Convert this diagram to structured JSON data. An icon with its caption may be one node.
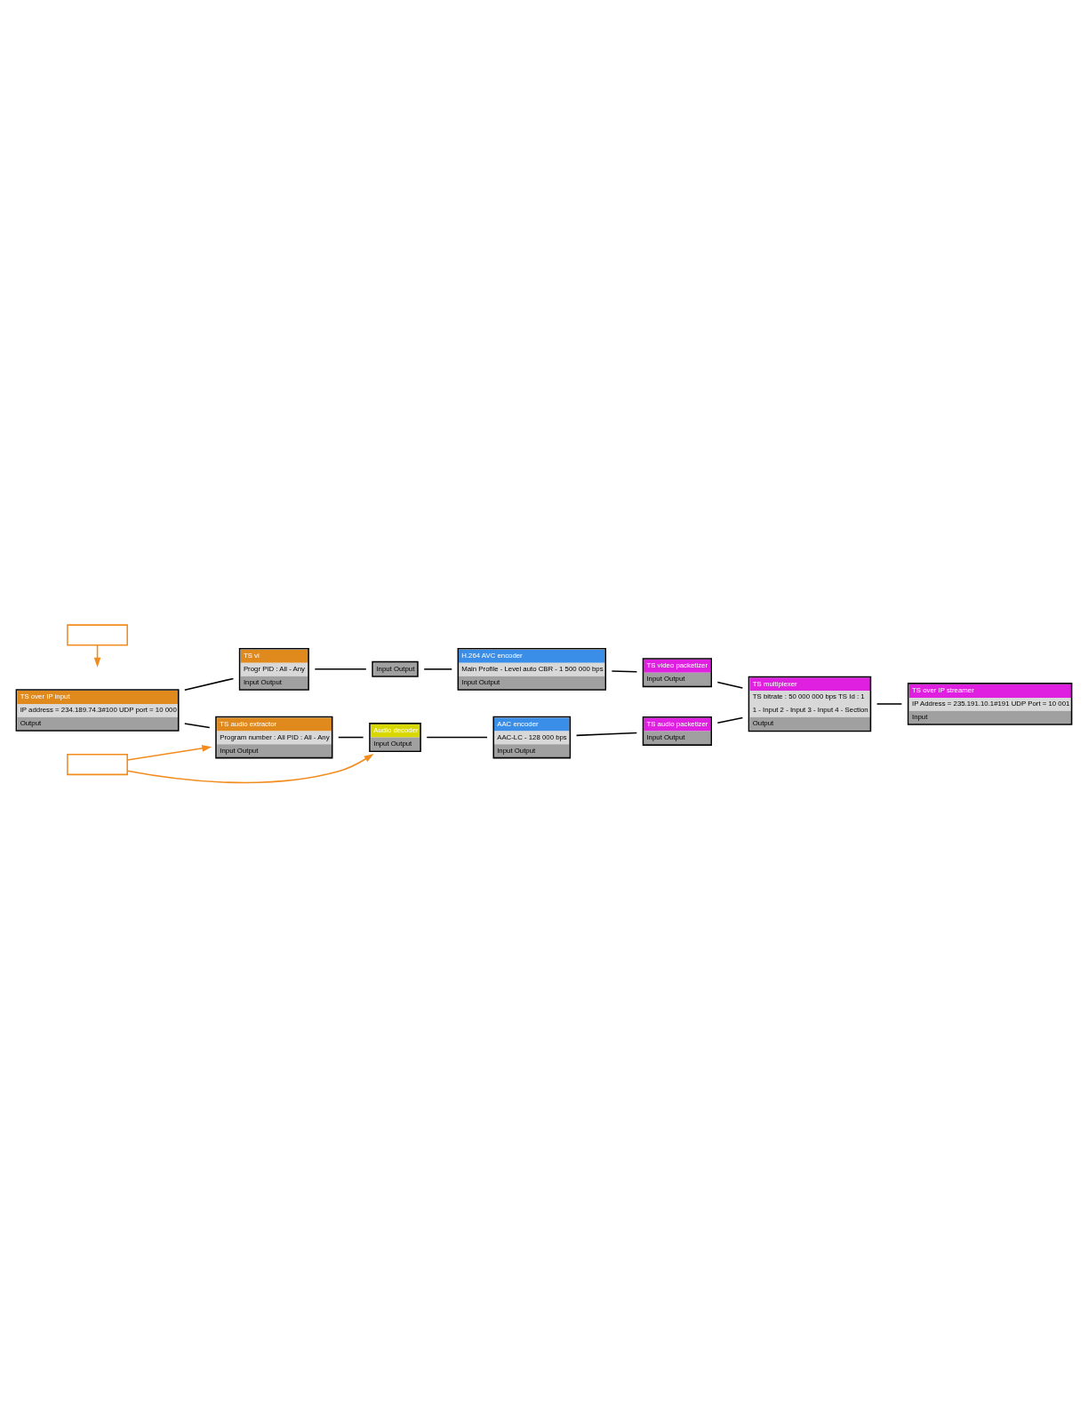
{
  "diagram": {
    "nodes": [
      {
        "text": [
          "TS over IP input",
          "IP address = 234.189.74.3#100 UDP port = 10 000",
          "Output"
        ]
      },
      {
        "text": [
          "TS vi",
          "Progr PID : All - Any",
          "Input Output"
        ]
      },
      {
        "text": [
          "Input Output"
        ]
      },
      {
        "text": [
          "H.264 AVC encoder",
          "Main Profile - Level auto CBR - 1 500 000 bps",
          "Input Output"
        ]
      },
      {
        "text": [
          "TS video packetizer",
          "Input Output"
        ]
      },
      {
        "text": [
          "TS multiplexer",
          "TS bitrate : 50 000 000 bps TS Id : 1",
          "1 - Input 2 - Input 3 - Input 4 - Section",
          "Output"
        ]
      },
      {
        "text": [
          "TS over IP streamer",
          "IP Address = 235.191.10.1#191 UDP Port = 10 001",
          "Input"
        ]
      },
      {
        "text": [
          "TS audio extractor",
          "Program number : All PID : All - Any",
          "Input Output"
        ]
      },
      {
        "text": [
          "Audio decoder",
          "Input Output"
        ]
      },
      {
        "text": [
          "AAC encoder",
          "AAC-LC - 128 000 bps",
          "Input Output"
        ]
      },
      {
        "text": [
          "TS audio packetizer",
          "Input Output"
        ]
      },
      {
        "text": [],
        "shape": "box"
      },
      {
        "text": [],
        "shape": "box"
      }
    ],
    "edges": [
      {
        "from": 0,
        "to": 1,
        "arrow": "none"
      },
      {
        "from": 0,
        "to": 7,
        "arrow": "none"
      },
      {
        "from": 1,
        "to": 2,
        "arrow": "none"
      },
      {
        "from": 2,
        "to": 3,
        "arrow": "none"
      },
      {
        "from": 3,
        "to": 4,
        "arrow": "none"
      },
      {
        "from": 4,
        "to": 5,
        "arrow": "none"
      },
      {
        "from": 5,
        "to": 6,
        "arrow": "none"
      },
      {
        "from": 7,
        "to": 8,
        "arrow": "none"
      },
      {
        "from": 8,
        "to": 9,
        "arrow": "none"
      },
      {
        "from": 9,
        "to": 10,
        "arrow": "none"
      },
      {
        "from": 10,
        "to": 5,
        "arrow": "none"
      },
      {
        "from": 12,
        "to": 7,
        "arrow": "to",
        "color": "#f28c1e"
      },
      {
        "from": 12,
        "to": 8,
        "arrow": "to",
        "color": "#f28c1e"
      },
      {
        "from": 11,
        "to": null,
        "arrow": "to",
        "color": "#f28c1e"
      }
    ]
  }
}
